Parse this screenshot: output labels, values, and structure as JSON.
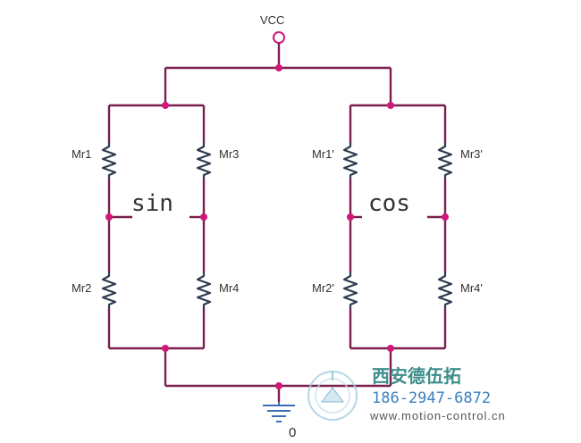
{
  "supply_label": "VCC",
  "ground_label": "0",
  "resistors": {
    "left_top_left": "Mr1",
    "left_top_right": "Mr3",
    "left_bottom_left": "Mr2",
    "left_bottom_right": "Mr4",
    "right_top_left": "Mr1'",
    "right_top_right": "Mr3'",
    "right_bottom_left": "Mr2'",
    "right_bottom_right": "Mr4'"
  },
  "bridges": {
    "left": "sin",
    "right": "cos"
  },
  "watermark": {
    "company": "西安德伍拓",
    "phone": "186-2947-6872",
    "url": "www.motion-control.cn"
  },
  "colors": {
    "wire": "#7a1f4e",
    "node": "#d1177a",
    "resistor": "#2d3a4f"
  }
}
